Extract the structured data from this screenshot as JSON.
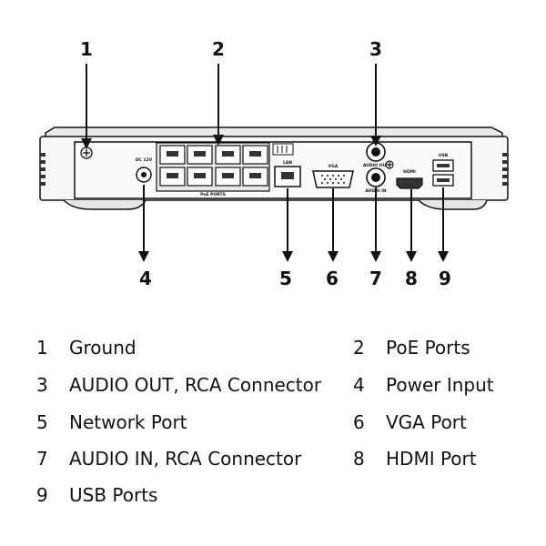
{
  "callouts": [
    {
      "number": "1"
    },
    {
      "number": "2"
    },
    {
      "number": "3"
    },
    {
      "number": "4"
    },
    {
      "number": "5"
    },
    {
      "number": "6"
    },
    {
      "number": "7"
    },
    {
      "number": "8"
    },
    {
      "number": "9"
    }
  ],
  "device_labels": {
    "power": "DC 12V",
    "poe": "PoE PORTS",
    "lan": "LAN",
    "vga": "VGA",
    "audio_out": "AUDIO OUT",
    "audio_in": "AUDIO IN",
    "hdmi": "HDMI",
    "usb": "USB"
  },
  "legend": [
    {
      "number": "1",
      "label": "Ground"
    },
    {
      "number": "2",
      "label": "PoE Ports"
    },
    {
      "number": "3",
      "label": "AUDIO OUT, RCA Connector"
    },
    {
      "number": "4",
      "label": "Power Input"
    },
    {
      "number": "5",
      "label": "Network Port"
    },
    {
      "number": "6",
      "label": "VGA Port"
    },
    {
      "number": "7",
      "label": "AUDIO IN, RCA Connector"
    },
    {
      "number": "8",
      "label": "HDMI Port"
    },
    {
      "number": "9",
      "label": "USB Ports"
    }
  ],
  "colors": {
    "line": "#111111",
    "panel": "#f4f4f4",
    "background": "#ffffff"
  },
  "icons": [
    "ground-icon",
    "usb-icon",
    "hdmi-icon",
    "network-icon"
  ]
}
